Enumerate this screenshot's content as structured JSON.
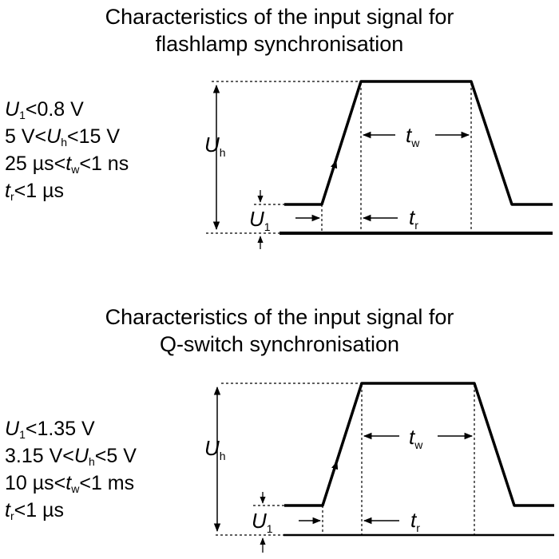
{
  "panels": [
    {
      "title_line1": "Characteristics of the input signal for",
      "title_line2": "flashlamp synchronisation",
      "conditions": [
        {
          "var": "U",
          "sub": "1",
          "pre": "",
          "rel": "<0.8 V"
        },
        {
          "pre": "5 V<",
          "var": "U",
          "sub": "h",
          "rel": "<15 V"
        },
        {
          "pre": "25 µs<",
          "var": "t",
          "sub": "w",
          "rel": "<1 ns"
        },
        {
          "pre": "",
          "var": "t",
          "sub": "r",
          "rel": "<1 µs"
        }
      ],
      "labels": {
        "uh": "U",
        "uh_sub": "h",
        "u1": "U",
        "u1_sub": "1",
        "tw": "t",
        "tw_sub": "w",
        "tr": "t",
        "tr_sub": "r"
      }
    },
    {
      "title_line1": "Characteristics of the input signal for",
      "title_line2": "Q-switch synchronisation",
      "conditions": [
        {
          "var": "U",
          "sub": "1",
          "pre": "",
          "rel": "<1.35 V"
        },
        {
          "pre": "3.15 V<",
          "var": "U",
          "sub": "h",
          "rel": "<5 V"
        },
        {
          "pre": "10 µs<",
          "var": "t",
          "sub": "w",
          "rel": "<1 ms"
        },
        {
          "pre": "",
          "var": "t",
          "sub": "r",
          "rel": "<1 µs"
        }
      ],
      "labels": {
        "uh": "U",
        "uh_sub": "h",
        "u1": "U",
        "u1_sub": "1",
        "tw": "t",
        "tw_sub": "w",
        "tr": "t",
        "tr_sub": "r"
      }
    }
  ]
}
